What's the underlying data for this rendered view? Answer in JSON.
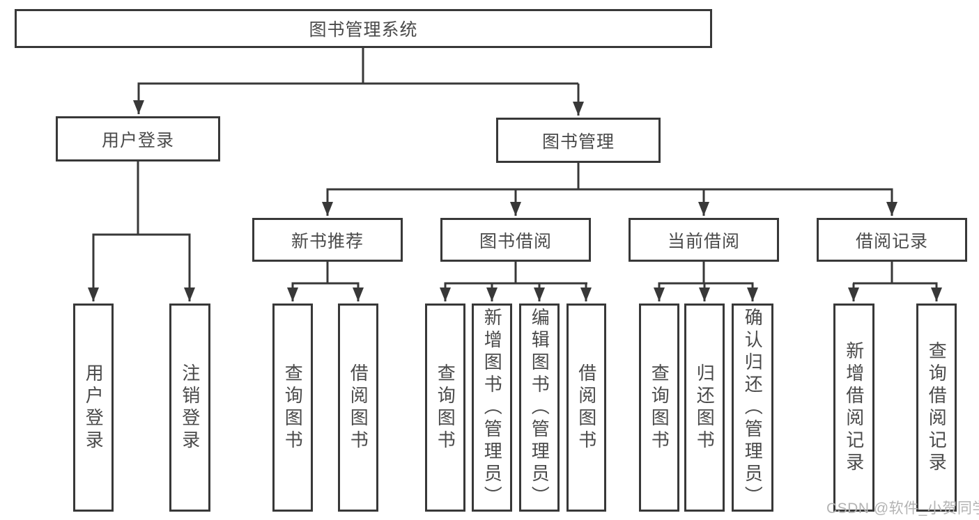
{
  "diagram_title": "图书管理系统",
  "watermark": "CSDN @软件_小贺同学",
  "colors": {
    "line": "#383838",
    "box_border": "#383838",
    "text": "#4a4a4a",
    "watermark": "#b3b3b3",
    "background": "#ffffff"
  },
  "labels": {
    "root": "图书管理系统",
    "user_login": "用户登录",
    "book_mgmt": "图书管理",
    "new_book_rec": "新书推荐",
    "book_borrow": "图书借阅",
    "current_borrow": "当前借阅",
    "borrow_records": "借阅记录",
    "leaf_user_login": "用户登录",
    "leaf_logout": "注销登录",
    "rec_query_books": "查询图书",
    "rec_borrow_books": "借阅图书",
    "bb_query_books": "查询图书",
    "bb_add_books": "新增图书（管理员）",
    "bb_edit_books": "编辑图书（管理员）",
    "bb_borrow_books": "借阅图书",
    "cb_query_books": "查询图书",
    "cb_return_books": "归还图书",
    "cb_confirm_return": "确认归还（管理员）",
    "br_add_record": "新增借阅记录",
    "br_query_record": "查询借阅记录"
  },
  "hierarchy": {
    "图书管理系统": {
      "用户登录": [
        "用户登录",
        "注销登录"
      ],
      "图书管理": {
        "新书推荐": [
          "查询图书",
          "借阅图书"
        ],
        "图书借阅": [
          "查询图书",
          "新增图书（管理员）",
          "编辑图书（管理员）",
          "借阅图书"
        ],
        "当前借阅": [
          "查询图书",
          "归还图书",
          "确认归还（管理员）"
        ],
        "借阅记录": [
          "新增借阅记录",
          "查询借阅记录"
        ]
      }
    }
  }
}
